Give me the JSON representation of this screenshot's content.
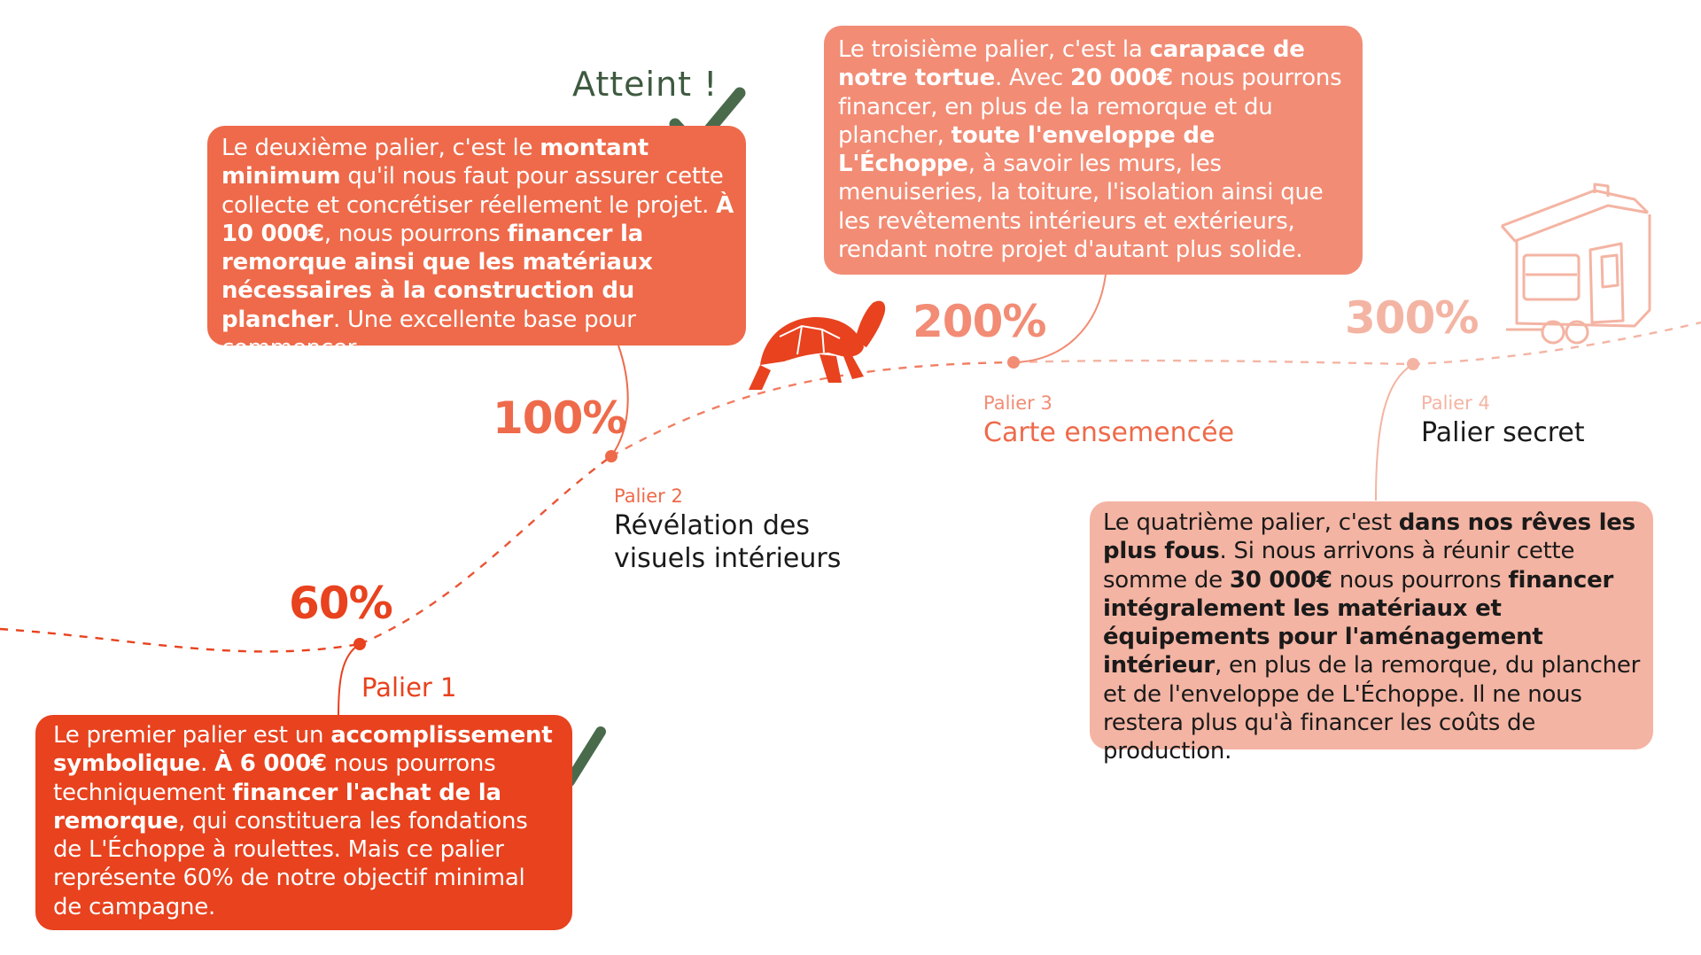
{
  "tiers": [
    {
      "percent": "60%",
      "label": "Palier 1",
      "name": "",
      "color": "#e8421e",
      "reached": true,
      "text": [
        {
          "t": "Le premier palier est un ",
          "b": false
        },
        {
          "t": "accomplissement symbolique",
          "b": true
        },
        {
          "t": ". ",
          "b": false
        },
        {
          "t": "À 6 000€",
          "b": true
        },
        {
          "t": " nous pourrons techniquement ",
          "b": false
        },
        {
          "t": "financer l'achat de la remorque",
          "b": true
        },
        {
          "t": ", qui constituera les fondations de L'Échoppe à roulettes. Mais ce palier représente 60% de notre objectif minimal de campagne.",
          "b": false
        }
      ]
    },
    {
      "percent": "100%",
      "label": "Palier 2",
      "name": "Révélation des visuels intérieurs",
      "color": "#ee6a4a",
      "reached": true,
      "text": [
        {
          "t": "Le deuxième palier, c'est le ",
          "b": false
        },
        {
          "t": "montant minimum",
          "b": true
        },
        {
          "t": " qu'il nous faut pour assurer cette collecte et concrétiser réellement le projet. ",
          "b": false
        },
        {
          "t": "À 10 000€",
          "b": true
        },
        {
          "t": ", nous pourrons ",
          "b": false
        },
        {
          "t": "financer la remorque ainsi que les matériaux nécessaires à la construction du plancher",
          "b": true
        },
        {
          "t": ". Une excellente base pour commencer.",
          "b": false
        }
      ]
    },
    {
      "percent": "200%",
      "label": "Palier 3",
      "name": "Carte ensemencée",
      "color": "#f28c75",
      "reached": false,
      "text": [
        {
          "t": "Le troisième palier, c'est la ",
          "b": false
        },
        {
          "t": "carapace de notre tortue",
          "b": true
        },
        {
          "t": ". Avec ",
          "b": false
        },
        {
          "t": "20 000€",
          "b": true
        },
        {
          "t": " nous pourrons financer, en plus de la remorque et du plancher, ",
          "b": false
        },
        {
          "t": "toute l'enveloppe de L'Échoppe",
          "b": true
        },
        {
          "t": ", à savoir les murs, les menuiseries, la toiture, l'isolation ainsi que les revêtements intérieurs et extérieurs, rendant notre projet d'autant plus solide.",
          "b": false
        }
      ]
    },
    {
      "percent": "300%",
      "label": "Palier 4",
      "name": "Palier secret",
      "color": "#f4b4a3",
      "reached": false,
      "text": [
        {
          "t": "Le quatrième palier, c'est ",
          "b": false
        },
        {
          "t": "dans nos rêves les plus fous",
          "b": true
        },
        {
          "t": ". Si nous arrivons à réunir cette somme de ",
          "b": false
        },
        {
          "t": "30 000€",
          "b": true
        },
        {
          "t": " nous pourrons ",
          "b": false
        },
        {
          "t": "financer intégralement les matériaux et équipements pour l'aménagement intérieur",
          "b": true
        },
        {
          "t": ", en plus de la remorque, du plancher et de l'enveloppe de L'Échoppe. Il ne nous restera plus qu'à financer les coûts de production.",
          "b": false
        }
      ]
    }
  ],
  "reached_label": "Atteint !",
  "colors": {
    "tier1": "#e8421e",
    "tier2": "#ee6a4a",
    "tier3": "#f28c75",
    "tier4": "#f4b4a3",
    "check": "#4a6a4c",
    "dark_text": "#1a1a1a"
  },
  "icons": [
    "turtle-icon",
    "tiny-house-icon",
    "checkmark-icon"
  ]
}
